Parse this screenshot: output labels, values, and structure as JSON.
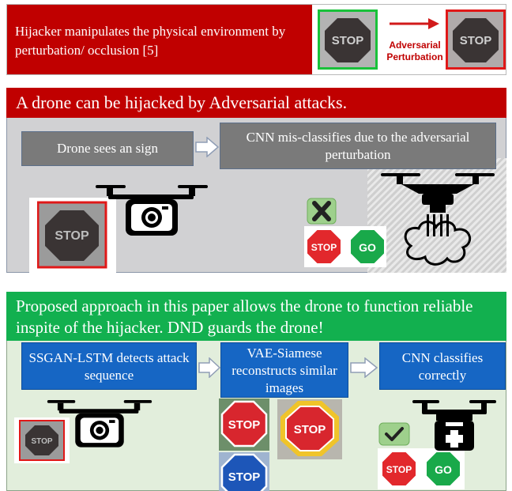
{
  "top": {
    "banner_text": "Hijacker manipulates the physical environment by perturbation/ occlusion [5]",
    "arrow_label_line1": "Adversarial",
    "arrow_label_line2": "Perturbation",
    "sign_text": "STOP"
  },
  "middle": {
    "title": "A drone can be hijacked by Adversarial attacks.",
    "box1": "Drone sees an sign",
    "box2": "CNN mis-classifies due to the adversarial perturbation",
    "stop_sign": "STOP",
    "go_sign": "GO"
  },
  "bottom": {
    "title": "Proposed approach in this paper allows the drone to function reliable inspite of the hijacker. DND guards the drone!",
    "box1": "SSGAN-LSTM detects attack sequence",
    "box2": "VAE-Siamese reconstructs similar images",
    "box3": "CNN classifies correctly",
    "stop_sign": "STOP",
    "go_sign": "GO"
  },
  "colors": {
    "red": "#c00000",
    "green": "#12b04f",
    "blue": "#1666c4",
    "grey": "#7a7a7a"
  },
  "icons": [
    "drone-camera-icon",
    "drone-medical-icon",
    "hijacked-drone-icon",
    "check-icon",
    "cross-icon",
    "arrow-right-icon"
  ]
}
